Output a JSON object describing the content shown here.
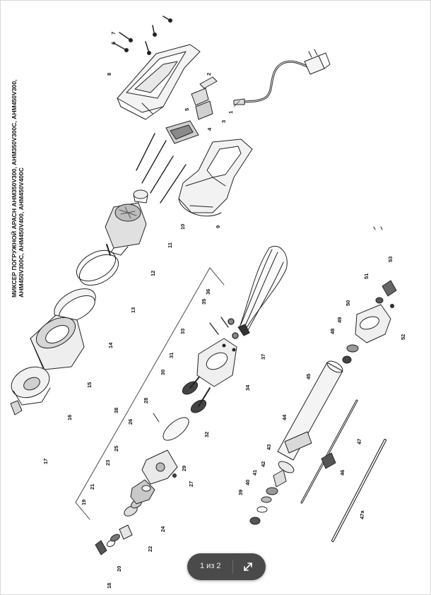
{
  "document": {
    "title_line1": "МИКСЕР ПОГРУЖНОЙ АРАСН АНМ350V300, АНМ350V300С, АНМ450V300,",
    "title_line2": "АНМ450V300С, АНМ450V400, АНМ450V400С"
  },
  "part_labels": [
    "1",
    "2",
    "3",
    "4",
    "5",
    "6",
    "7",
    "8",
    "9",
    "10",
    "11",
    "12",
    "13",
    "14",
    "15",
    "16",
    "17",
    "18",
    "19",
    "20",
    "21",
    "22",
    "23",
    "24",
    "25",
    "26",
    "27",
    "28",
    "29",
    "30",
    "31",
    "32",
    "33",
    "34",
    "35",
    "36",
    "37",
    "38",
    "39",
    "40",
    "41",
    "42",
    "43",
    "44",
    "45",
    "46",
    "47",
    "47a",
    "48",
    "49",
    "50",
    "51",
    "52",
    "53"
  ],
  "viewer": {
    "page_indicator": "1 из 2",
    "expand_icon": "expand-arrows-icon"
  }
}
